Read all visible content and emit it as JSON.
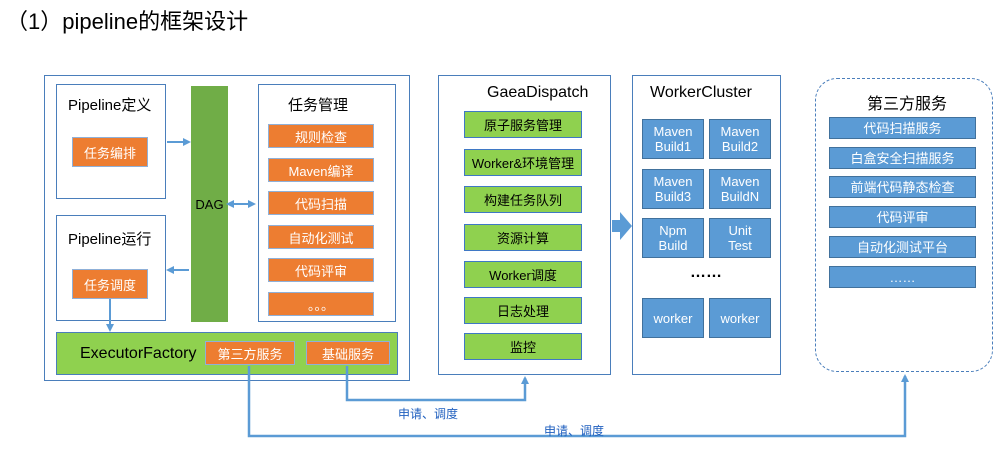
{
  "title": "（1）pipeline的框架设计",
  "pipeline_def": {
    "label": "Pipeline定义",
    "task": "任务编排"
  },
  "pipeline_run": {
    "label": "Pipeline运行",
    "task": "任务调度"
  },
  "dag": "DAG",
  "task_mgmt": {
    "label": "任务管理",
    "items": [
      "规则检查",
      "Maven编译",
      "代码扫描",
      "自动化测试",
      "代码评审",
      "。。。"
    ]
  },
  "executor": {
    "label": "ExecutorFactory",
    "third_party": "第三方服务",
    "base": "基础服务"
  },
  "gaea": {
    "label": "GaeaDispatch",
    "items": [
      "原子服务管理",
      "Worker&环境管理",
      "构建任务队列",
      "资源计算",
      "Worker调度",
      "日志处理",
      "监控"
    ]
  },
  "worker_cluster": {
    "label": "WorkerCluster",
    "grid": [
      [
        "Maven",
        "Build1"
      ],
      [
        "Maven",
        "Build2"
      ],
      [
        "Maven",
        "Build3"
      ],
      [
        "Maven",
        "BuildN"
      ],
      [
        "Npm",
        "Build"
      ],
      [
        "Unit",
        "Test"
      ]
    ],
    "ellipsis": "……",
    "workers": [
      "worker",
      "worker"
    ]
  },
  "third_party": {
    "label": "第三方服务",
    "items": [
      "代码扫描服务",
      "白盒安全扫描服务",
      "前端代码静态检查",
      "代码评审",
      "自动化测试平台",
      "……"
    ]
  },
  "links": {
    "apply_1": "申请、调度",
    "apply_2": "申请、调度"
  },
  "colors": {
    "orange": "#ed7d31",
    "green": "#8fd14f",
    "dag_green": "#70ad47",
    "blue": "#5b9bd5",
    "line": "#4a7ebb"
  }
}
